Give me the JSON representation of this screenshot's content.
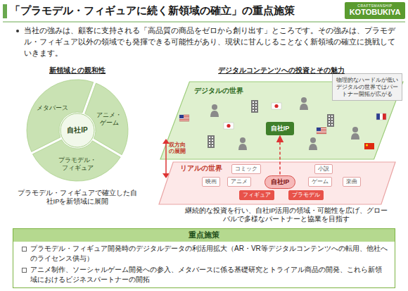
{
  "diagram": {
    "title": "「プラモデル・フィギュアに続く新領域の確立」の重点施策",
    "nodes": [
      {
        "text": [
          "メタバース"
        ]
      },
      {
        "text": [
          "アニメ・ゲーム"
        ]
      },
      {
        "text": [
          "プラモデル・フィギュア"
        ]
      },
      {
        "text": [
          "自社IP"
        ]
      },
      {
        "text": [
          "デジタルの世界"
        ]
      },
      {
        "text": [
          "自社IP"
        ],
        "in": 4
      },
      {
        "text": [
          "物理的なハードルが低いデジタルの世界ではパートナー開拓が広がる"
        ]
      },
      {
        "text": [
          "リアルの世界"
        ]
      },
      {
        "text": [
          "自社IP"
        ],
        "in": 7
      },
      {
        "text": [
          "コミック"
        ],
        "in": 7
      },
      {
        "text": [
          "小説"
        ],
        "in": 7
      },
      {
        "text": [
          "映画"
        ],
        "in": 7
      },
      {
        "text": [
          "アニメ"
        ],
        "in": 7
      },
      {
        "text": [
          "ゲーム"
        ],
        "in": 7
      },
      {
        "text": [
          "楽曲"
        ],
        "in": 7
      },
      {
        "text": [
          "フィギュア"
        ],
        "in": 7
      },
      {
        "text": [
          "プラモデル"
        ],
        "in": 7
      },
      {
        "text": [
          "重点施策",
          "プラモデル・フィギュア開発時のデジタルデータの利活用拡大（AR・VR等デジタルコンテンツへの転用、他社へのライセンス供与）",
          "アニメ制作、ソーシャルゲーム開発への参入、メタバースに係る基礎研究とトライアル商品の開発、これら新領域におけるビジネスパートナーの開拓"
        ]
      }
    ],
    "edges": [
      {
        "from": 8,
        "to": 5,
        "arrow": "to"
      }
    ],
    "labels": [
      "CRAFTSMANSHIP",
      "KOTOBUKIYA",
      "当社の強みは、顧客に支持される「高品質の商品をゼロから創り出す」ところです。その強みは、プラモデル・フィギュア以外の領域でも発揮できる可能性があり、現状に甘んじることなく新領域の確立に挑戦していきます。",
      "新領域との親和性",
      "プラモデル・フィギュアで確立した自社IPを新領域に展開",
      "デジタルコンテンツへの投資とその魅力",
      "双方向の展開",
      "継続的な投資を行い、自社IP活用の領域・可能性を広げ、グローバルで多様なパートナーと協業を目指す"
    ]
  }
}
